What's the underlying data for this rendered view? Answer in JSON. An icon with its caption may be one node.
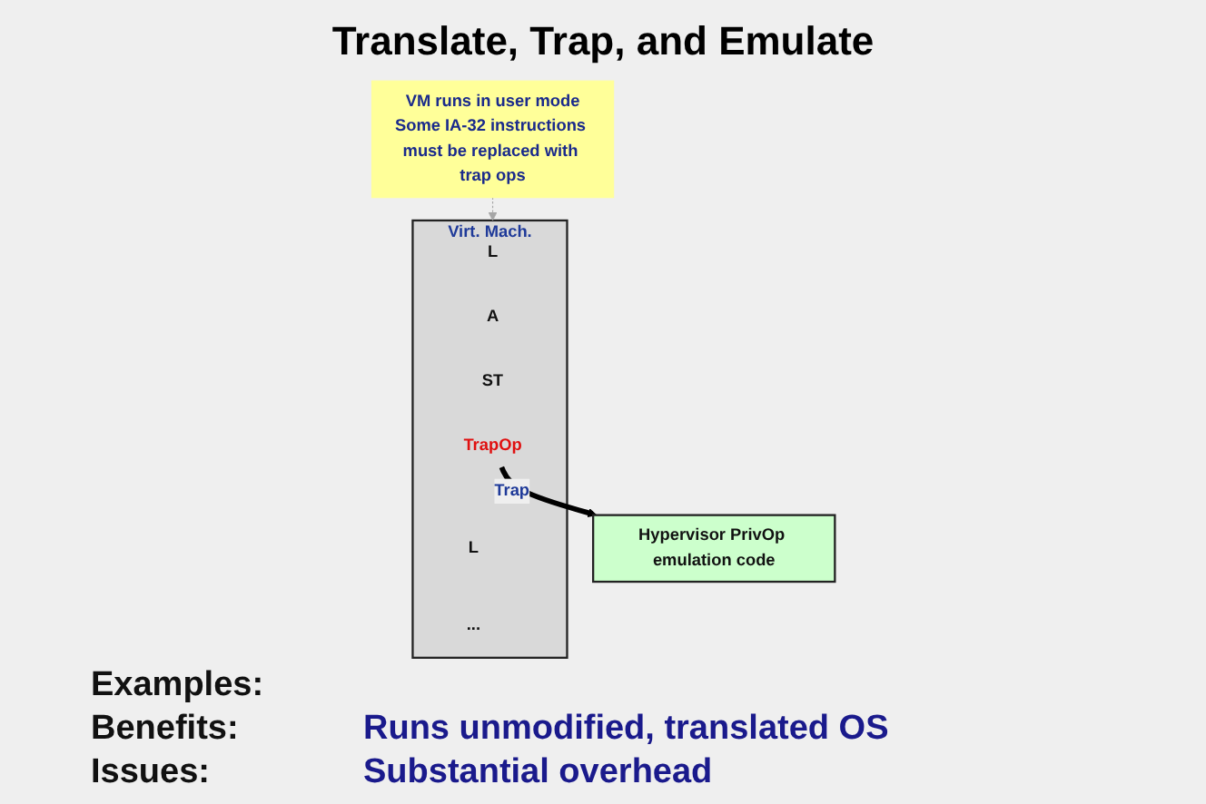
{
  "diagram": {
    "title": "Translate, Trap, and Emulate",
    "nodes": [
      {
        "text": [
          "Virt. Mach."
        ]
      },
      {
        "text": [
          "L"
        ],
        "in": 0
      },
      {
        "text": [
          "A"
        ],
        "in": 0
      },
      {
        "text": [
          "ST"
        ],
        "in": 0
      },
      {
        "text": [
          "TrapOp"
        ],
        "in": 0
      },
      {
        "text": [
          "L"
        ],
        "in": 0
      },
      {
        "text": [
          "..."
        ],
        "in": 0
      },
      {
        "text": [
          "VM runs in user mode",
          "Some IA-32 instructions must be replaced with trap ops"
        ]
      },
      {
        "text": [
          "Hypervisor PrivOp emulation code"
        ]
      }
    ],
    "edges": [
      {
        "from": 7,
        "to": 0,
        "arrow": "to",
        "style": "dashed",
        "color": "#a6a6a6"
      },
      {
        "from": 4,
        "to": 8,
        "arrow": "to",
        "label": "Trap",
        "style": "thick",
        "color": "#000000"
      }
    ],
    "labels": [
      "Examples:",
      "Benefits:",
      "Runs unmodified, translated OS",
      "Issues:",
      "Substantial overhead"
    ]
  }
}
